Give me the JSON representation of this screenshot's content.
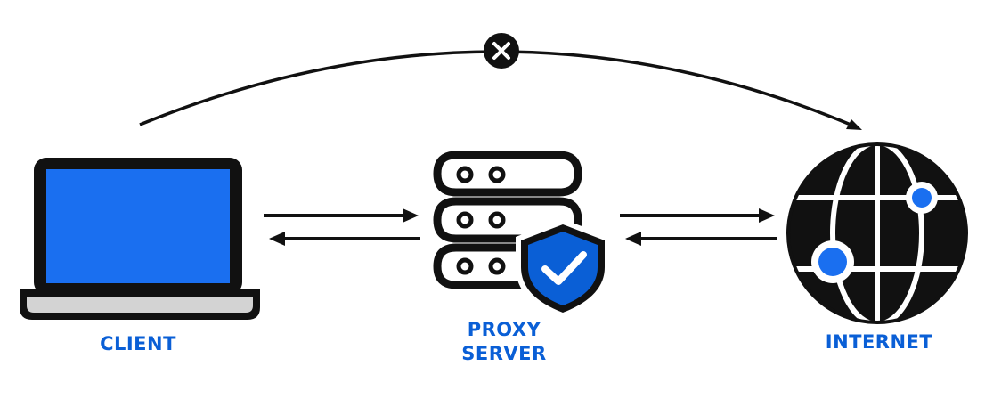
{
  "labels": {
    "client": "CLIENT",
    "proxy_line1": "PROXY",
    "proxy_line2": "SERVER",
    "internet": "INTERNET"
  },
  "icons": {
    "client": "laptop-icon",
    "proxy": "server-icon",
    "shield": "shield-check-icon",
    "internet": "globe-icon",
    "blocked": "x-circle-icon"
  },
  "colors": {
    "accent": "#0a5fd6",
    "screen": "#1a6ff0",
    "outline": "#111111",
    "laptop_base": "#d3d3d3",
    "globe_node": "#1a6ff0"
  }
}
